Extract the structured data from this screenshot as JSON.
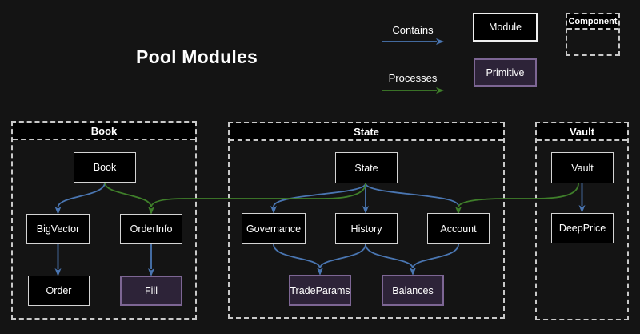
{
  "title": "Pool Modules",
  "legend": {
    "contains_label": "Contains",
    "processes_label": "Processes",
    "module_label": "Module",
    "primitive_label": "Primitive",
    "component_label": "Component"
  },
  "containers": {
    "book": {
      "title": "Book"
    },
    "state": {
      "title": "State"
    },
    "vault": {
      "title": "Vault"
    }
  },
  "nodes": {
    "book": {
      "label": "Book",
      "type": "module"
    },
    "bigvector": {
      "label": "BigVector",
      "type": "module"
    },
    "orderinfo": {
      "label": "OrderInfo",
      "type": "module"
    },
    "order": {
      "label": "Order",
      "type": "module"
    },
    "fill": {
      "label": "Fill",
      "type": "primitive"
    },
    "state": {
      "label": "State",
      "type": "module"
    },
    "governance": {
      "label": "Governance",
      "type": "module"
    },
    "history": {
      "label": "History",
      "type": "module"
    },
    "account": {
      "label": "Account",
      "type": "module"
    },
    "tradeparams": {
      "label": "TradeParams",
      "type": "primitive"
    },
    "balances": {
      "label": "Balances",
      "type": "primitive"
    },
    "vault": {
      "label": "Vault",
      "type": "module"
    },
    "deepprice": {
      "label": "DeepPrice",
      "type": "module"
    }
  },
  "edges": {
    "contains": [
      {
        "from": "book",
        "to": "bigvector"
      },
      {
        "from": "bigvector",
        "to": "order"
      },
      {
        "from": "orderinfo",
        "to": "fill"
      },
      {
        "from": "state",
        "to": "governance"
      },
      {
        "from": "state",
        "to": "history"
      },
      {
        "from": "state",
        "to": "account"
      },
      {
        "from": "governance",
        "to": "tradeparams"
      },
      {
        "from": "history",
        "to": "tradeparams"
      },
      {
        "from": "history",
        "to": "balances"
      },
      {
        "from": "account",
        "to": "balances"
      },
      {
        "from": "vault",
        "to": "deepprice"
      }
    ],
    "processes": [
      {
        "from": "book",
        "to": "orderinfo"
      },
      {
        "from": "state",
        "to": "orderinfo"
      },
      {
        "from": "vault",
        "to": "account"
      }
    ]
  },
  "colors": {
    "bg": "#141414",
    "text": "#ffffff",
    "node-bg": "#000000",
    "node-border": "#d4d4d4",
    "primitive-bg": "#2d2338",
    "primitive-border": "#7d6694",
    "dash": "#c9c9c9",
    "contains": "#4a76b2",
    "processes": "#3f7f2a"
  }
}
